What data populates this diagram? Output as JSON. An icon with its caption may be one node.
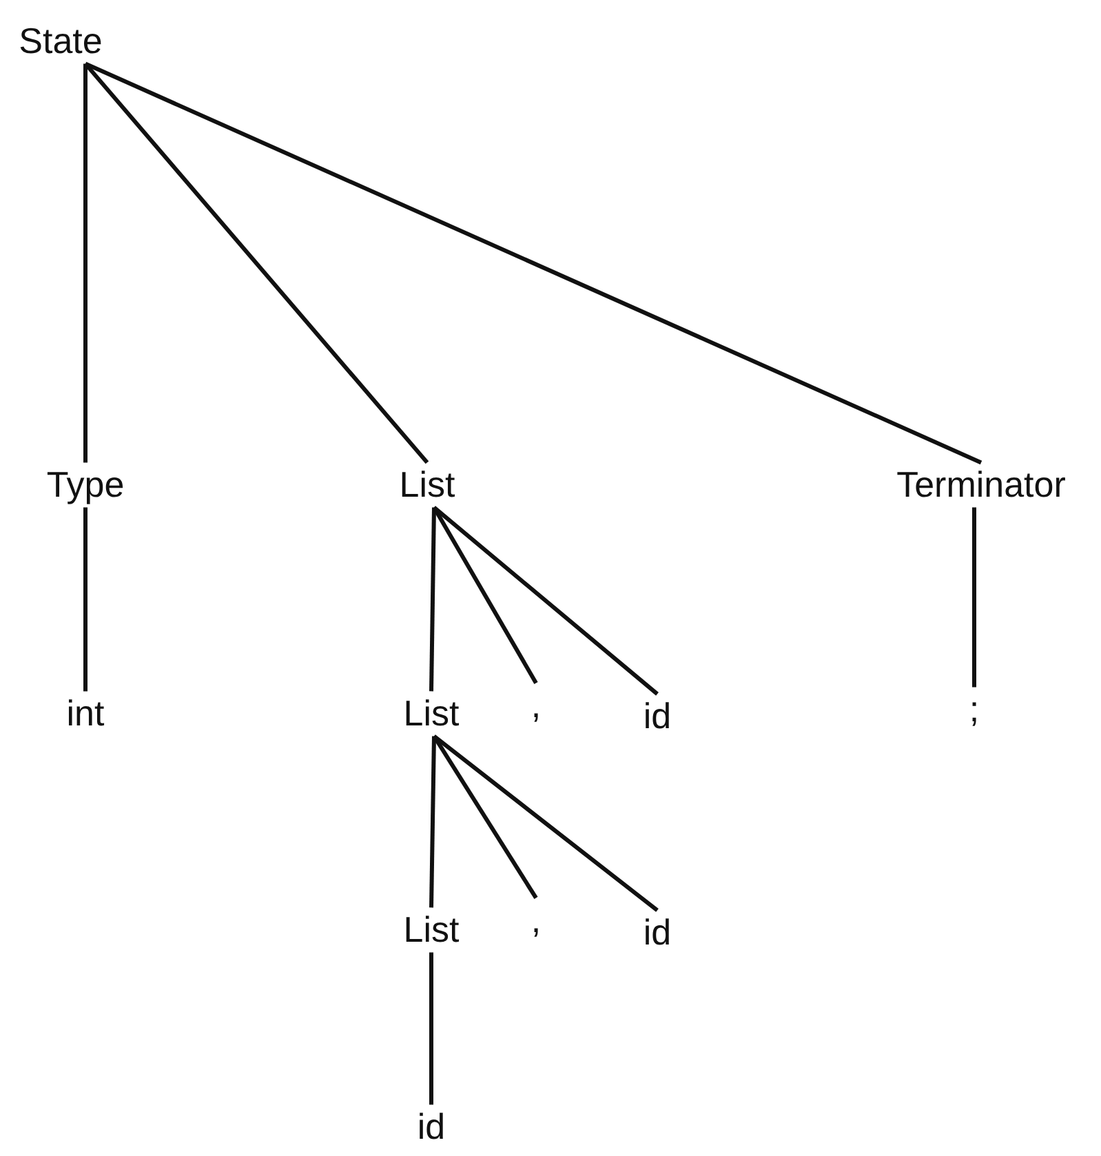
{
  "diagram": {
    "nodes": [
      {
        "text": [
          "State"
        ]
      },
      {
        "text": [
          "Type"
        ]
      },
      {
        "text": [
          "List"
        ]
      },
      {
        "text": [
          "Terminator"
        ]
      },
      {
        "text": [
          "int"
        ]
      },
      {
        "text": [
          "List"
        ]
      },
      {
        "text": [
          ","
        ]
      },
      {
        "text": [
          "id"
        ]
      },
      {
        "text": [
          ";"
        ]
      },
      {
        "text": [
          "List"
        ]
      },
      {
        "text": [
          ","
        ]
      },
      {
        "text": [
          "id"
        ]
      },
      {
        "text": [
          "id"
        ]
      }
    ],
    "edges": [
      {
        "from": 0,
        "to": 1,
        "arrow": "none"
      },
      {
        "from": 0,
        "to": 2,
        "arrow": "none"
      },
      {
        "from": 0,
        "to": 3,
        "arrow": "none"
      },
      {
        "from": 1,
        "to": 4,
        "arrow": "none"
      },
      {
        "from": 2,
        "to": 5,
        "arrow": "none"
      },
      {
        "from": 2,
        "to": 6,
        "arrow": "none"
      },
      {
        "from": 2,
        "to": 7,
        "arrow": "none"
      },
      {
        "from": 3,
        "to": 8,
        "arrow": "none"
      },
      {
        "from": 5,
        "to": 9,
        "arrow": "none"
      },
      {
        "from": 5,
        "to": 10,
        "arrow": "none"
      },
      {
        "from": 5,
        "to": 11,
        "arrow": "none"
      },
      {
        "from": 9,
        "to": 12,
        "arrow": "none"
      }
    ]
  }
}
